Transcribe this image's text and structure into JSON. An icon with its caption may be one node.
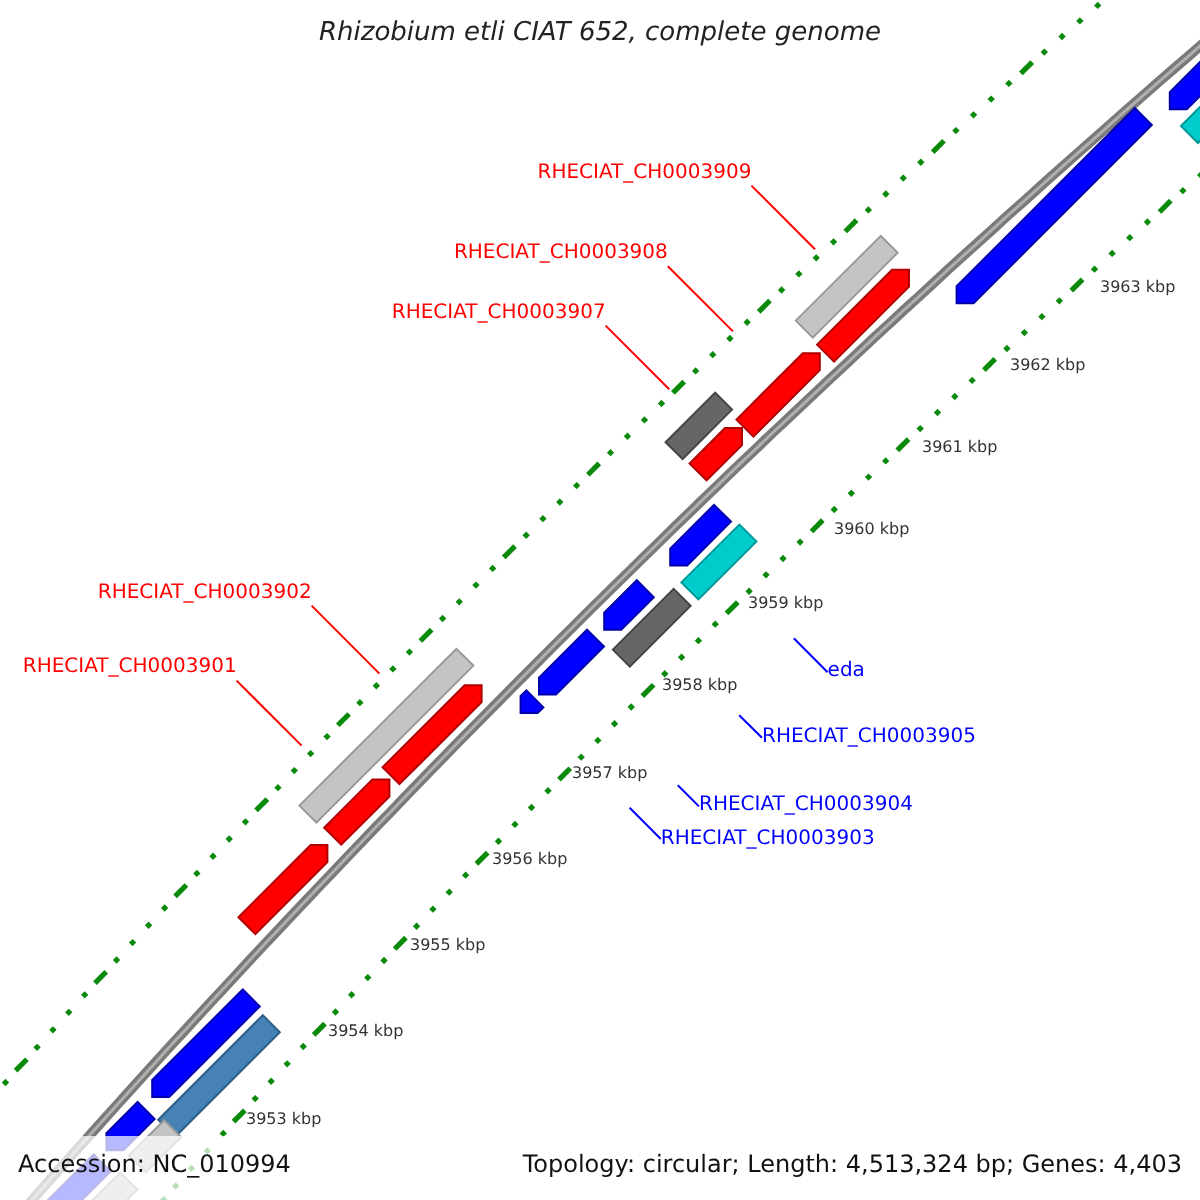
{
  "diagram": {
    "title": "Rhizobium etli CIAT 652, complete genome",
    "nodes": [
      {
        "text": [
          "RHECIAT_CH0003909"
        ]
      },
      {
        "text": [
          "RHECIAT_CH0003908"
        ]
      },
      {
        "text": [
          "RHECIAT_CH0003907"
        ]
      },
      {
        "text": [
          "RHECIAT_CH0003902"
        ]
      },
      {
        "text": [
          "RHECIAT_CH0003901"
        ]
      },
      {
        "text": [
          "eda"
        ]
      },
      {
        "text": [
          "RHECIAT_CH0003905"
        ]
      },
      {
        "text": [
          "RHECIAT_CH0003904"
        ]
      },
      {
        "text": [
          "RHECIAT_CH0003903"
        ]
      }
    ],
    "edges": [
      {
        "from": 0,
        "to": null,
        "arrow": "none"
      },
      {
        "from": 1,
        "to": null,
        "arrow": "none"
      },
      {
        "from": 2,
        "to": null,
        "arrow": "none"
      },
      {
        "from": 3,
        "to": null,
        "arrow": "none"
      },
      {
        "from": 4,
        "to": null,
        "arrow": "none"
      },
      {
        "from": 5,
        "to": null,
        "arrow": "none",
        "color": "#0000ff"
      },
      {
        "from": 6,
        "to": null,
        "arrow": "none",
        "color": "#0000ff"
      },
      {
        "from": 7,
        "to": null,
        "arrow": "none",
        "color": "#0000ff"
      },
      {
        "from": 8,
        "to": null,
        "arrow": "none",
        "color": "#0000ff"
      }
    ],
    "labels": [
      "3963 kbp",
      "3962 kbp",
      "3961 kbp",
      "3960 kbp",
      "3959 kbp",
      "3958 kbp",
      "3957 kbp",
      "3956 kbp",
      "3955 kbp",
      "3954 kbp",
      "3953 kbp",
      "Accession: NC_010994",
      "Topology: circular; Length: 4,513,324 bp; Genes: 4,403"
    ]
  }
}
